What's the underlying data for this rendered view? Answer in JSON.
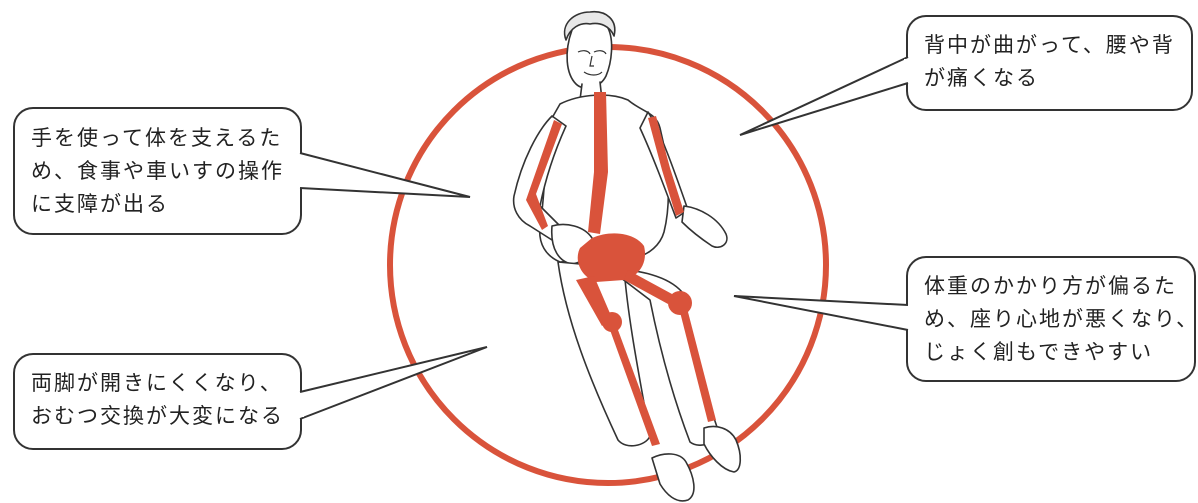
{
  "colors": {
    "accent": "#d9533b",
    "outline": "#333333",
    "background": "#ffffff"
  },
  "figure": {
    "subject": "elderly-seated-person",
    "highlight_marks": [
      "spine",
      "arms",
      "hips",
      "knees",
      "thighs",
      "shins"
    ]
  },
  "callouts": {
    "hands": {
      "lines": [
        "手を使って体を支えるた",
        "め、食事や車いすの操作",
        "に支障が出る"
      ]
    },
    "back": {
      "lines": [
        "背中が曲がって、腰や背",
        "が痛くなる"
      ]
    },
    "weight": {
      "lines": [
        "体重のかかり方が偏るた",
        "め、座り心地が悪くなり、",
        "じょく創もできやすい"
      ]
    },
    "legs": {
      "lines": [
        "両脚が開きにくくなり、",
        "おむつ交換が大変になる"
      ]
    }
  }
}
